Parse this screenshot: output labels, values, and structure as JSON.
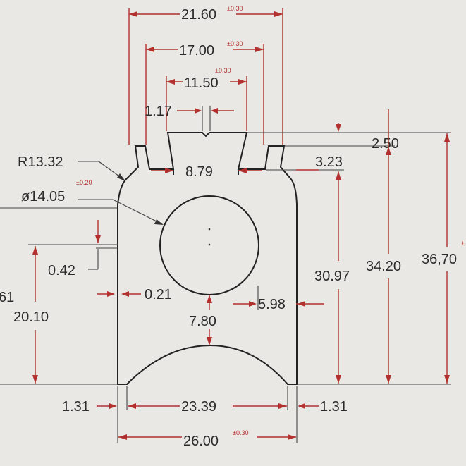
{
  "dimensions": {
    "top_width": "21.60",
    "top_width_tol": "±0.30",
    "upper_width": "17.00",
    "upper_width_tol": "±0.30",
    "neck_width": "11.50",
    "neck_width_tol": "±0.30",
    "notch": "1.17",
    "slot_width": "8.79",
    "radius": "R13.32",
    "hole_diameter": "ø14.05",
    "hole_diameter_tol": "±0.20",
    "offset_042": "0.42",
    "offset_021": "0.21",
    "hole_offset": "5.98",
    "web": "7.80",
    "height_left": "20.10",
    "height_left_partial": "61",
    "top_step": "2.50",
    "slot_depth": "3.23",
    "h1": "30.97",
    "h2": "34.20",
    "h3": "36,70",
    "h3_tol": "±",
    "base_edge_left": "1.31",
    "base_edge_right": "1.31",
    "arc_chord": "23.39",
    "base_width": "26.00",
    "base_width_tol": "±0.30"
  },
  "colors": {
    "paper": "#e9e8e4",
    "outline": "#222222",
    "dimension_line": "#b2302e",
    "text": "#2b2b2b"
  }
}
